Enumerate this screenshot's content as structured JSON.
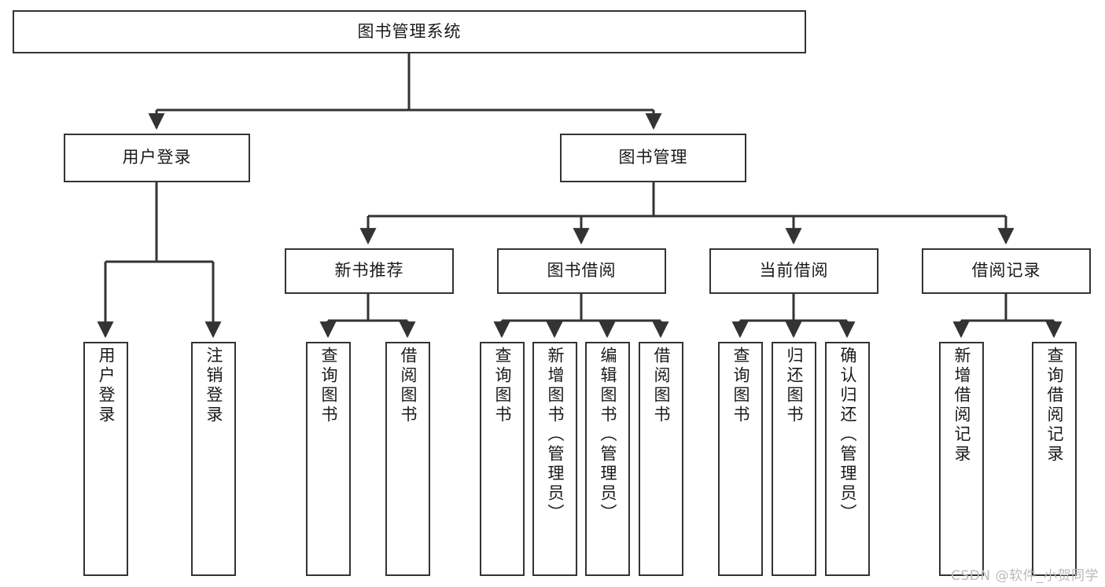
{
  "diagram": {
    "title": "图书管理系统",
    "type": "tree",
    "watermark": "CSDN @软件_小贺同学",
    "colors": {
      "box_border": "#333333",
      "box_fill": "#ffffff",
      "connector": "#333333",
      "text": "#1a1a1a",
      "watermark": "#b9b9b9",
      "background": "#ffffff"
    },
    "root": {
      "label": "图书管理系统"
    },
    "level2": [
      {
        "label": "用户登录"
      },
      {
        "label": "图书管理"
      }
    ],
    "level3": [
      {
        "label": "新书推荐"
      },
      {
        "label": "图书借阅"
      },
      {
        "label": "当前借阅"
      },
      {
        "label": "借阅记录"
      }
    ],
    "leaves": {
      "user_login": [
        {
          "label": "用户登录"
        },
        {
          "label": "注销登录"
        }
      ],
      "new_book": [
        {
          "label": "查询图书"
        },
        {
          "label": "借阅图书"
        }
      ],
      "book_borrow": [
        {
          "label": "查询图书"
        },
        {
          "label": "新增图书（管理员）"
        },
        {
          "label": "编辑图书（管理员）"
        },
        {
          "label": "借阅图书"
        }
      ],
      "current_borrow": [
        {
          "label": "查询图书"
        },
        {
          "label": "归还图书"
        },
        {
          "label": "确认归还（管理员）"
        }
      ],
      "borrow_record": [
        {
          "label": "新增借阅记录"
        },
        {
          "label": "查询借阅记录"
        }
      ]
    }
  }
}
